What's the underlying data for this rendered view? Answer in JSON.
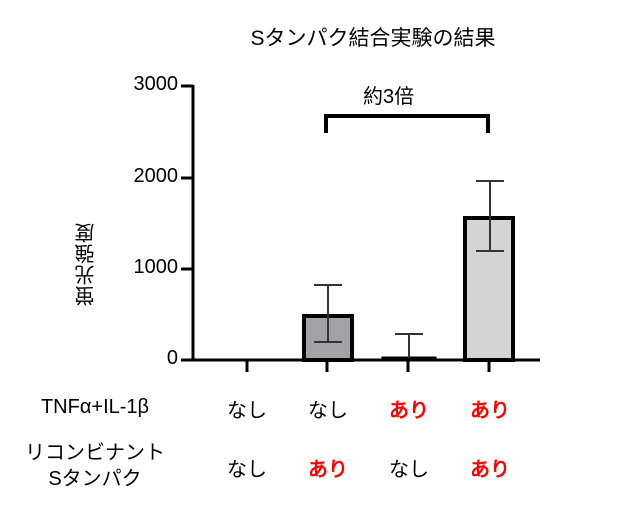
{
  "chart_data": {
    "type": "bar",
    "title": "Sタンパク結合実験の結果",
    "xlabel": "",
    "ylabel": "蛍光強度",
    "ylim": [
      0,
      3000
    ],
    "yticks": [
      0,
      1000,
      2000,
      3000
    ],
    "grid": false,
    "categories": [
      "なし/なし",
      "なし/あり",
      "あり/なし",
      "あり/あり"
    ],
    "values": [
      0,
      500,
      20,
      1580
    ],
    "error_low": [
      0,
      200,
      0,
      1200
    ],
    "error_high": [
      0,
      820,
      290,
      1960
    ],
    "bar_colors": [
      "#ffffff",
      "#a3a3a7",
      "#ffffff",
      "#d4d4d4"
    ],
    "annotation": {
      "text": "約3倍",
      "from_bar": 2,
      "to_bar": 4
    }
  },
  "title": "Sタンパク結合実験の結果",
  "y_axis": {
    "label": "蛍光強度",
    "ticks": [
      "3000",
      "2000",
      "1000",
      "0"
    ]
  },
  "annotation": "約3倍",
  "conditions": {
    "row1": {
      "label": "TNFα+IL-1β",
      "values": [
        "なし",
        "なし",
        "あり",
        "あり"
      ]
    },
    "row2": {
      "label_line1": "リコンビナント",
      "label_line2": "Sタンパク",
      "values": [
        "なし",
        "あり",
        "なし",
        "あり"
      ]
    },
    "colors": {
      "yes": "#ff0000",
      "no": "#000000"
    }
  }
}
